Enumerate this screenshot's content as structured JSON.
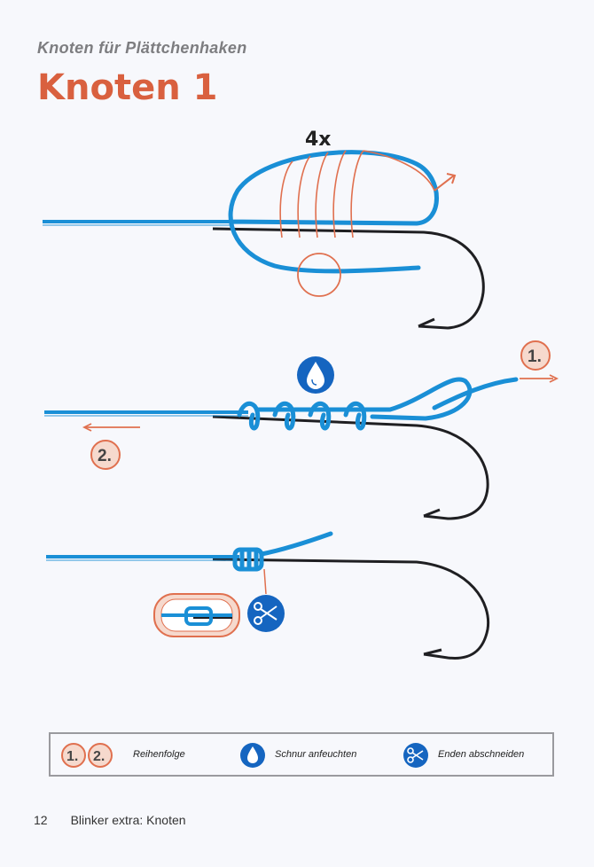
{
  "header": {
    "subtitle": "Knoten für Plättchenhaken",
    "title": "Knoten 1"
  },
  "steps": {
    "wrap_count": "4x",
    "step1": "1.",
    "step2": "2."
  },
  "legend": {
    "order_numbers": [
      "1.",
      "2."
    ],
    "order_label": "Reihenfolge",
    "moisten_label": "Schnur anfeuchten",
    "cut_label": "Enden abschneiden"
  },
  "footer": {
    "page_number": "12",
    "publication": "Blinker extra: Knoten"
  },
  "colors": {
    "line": "#1a8fd6",
    "accent": "#e0704f",
    "hook": "#1f1f22",
    "icon_blue": "#1565c0",
    "title": "#d9603f"
  },
  "icons": [
    "water-drop-icon",
    "scissors-icon",
    "arrow-right-icon",
    "arrow-left-icon",
    "magnifier-detail-icon"
  ]
}
